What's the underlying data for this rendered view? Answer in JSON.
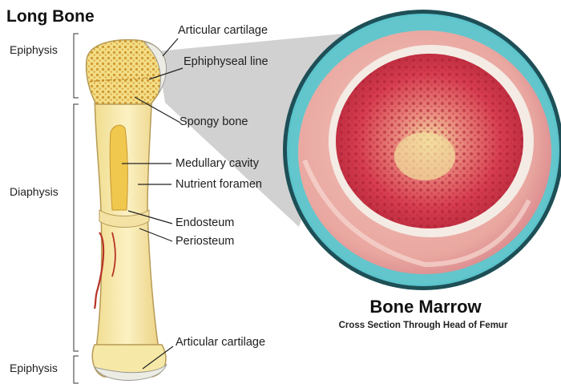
{
  "title": "Long Bone",
  "regions": {
    "epiphysis_top": "Epiphysis",
    "diaphysis": "Diaphysis",
    "epiphysis_bottom": "Epiphysis"
  },
  "labels": {
    "articular_cartilage_top": "Articular cartilage",
    "epiphyseal_line": "Ephiphyseal line",
    "spongy_bone": "Spongy bone",
    "medullary_cavity": "Medullary cavity",
    "nutrient_foramen": "Nutrient foramen",
    "endosteum": "Endosteum",
    "periosteum": "Periosteum",
    "articular_cartilage_bottom": "Articular cartilage"
  },
  "magnified": {
    "title": "Bone Marrow",
    "subtitle": "Cross Section Through Head of Femur"
  },
  "colors": {
    "bone": "#f6e8a6",
    "bone_edge": "#b69a56",
    "spongy": "#e1b24a",
    "marrow_red": "#d8334a",
    "cartilage": "#ecebe4",
    "lens_ring": "#5cc4cc",
    "lens_rim": "#1e4f57",
    "cone": "#c9c9c9"
  }
}
